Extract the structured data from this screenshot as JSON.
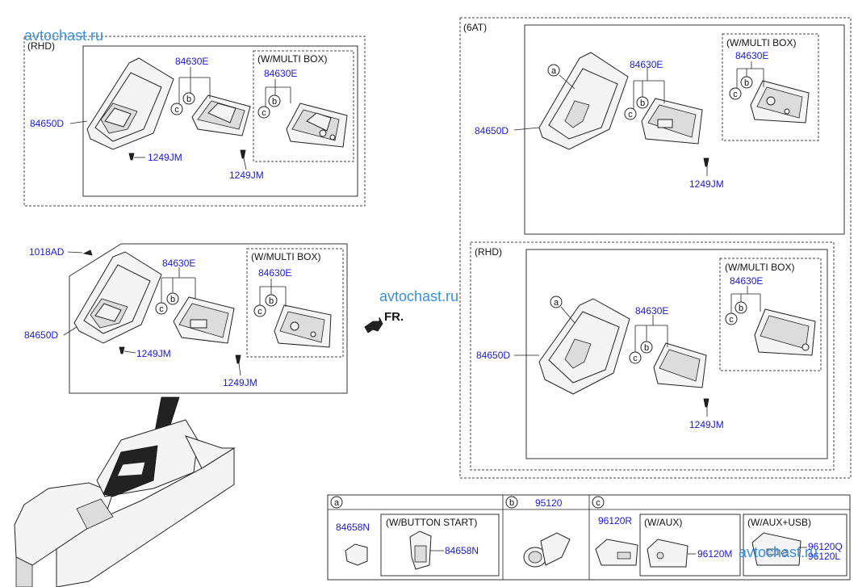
{
  "watermark": "avtochast.ru",
  "front_label": "FR.",
  "panel_rhd_top": {
    "title": "(RHD)",
    "bezel": "84650D",
    "tray": "84630E",
    "screw_a": "1249JM",
    "screw_b": "1249JM",
    "multibox_title": "(W/MULTI BOX)",
    "multibox_part": "84630E",
    "callouts": [
      "b",
      "c",
      "b",
      "c"
    ]
  },
  "panel_mid": {
    "clip": "1018AD",
    "bezel": "84650D",
    "tray": "84630E",
    "screw_a": "1249JM",
    "screw_b": "1249JM",
    "multibox_title": "(W/MULTI BOX)",
    "multibox_part": "84630E",
    "callouts": [
      "b",
      "c",
      "b",
      "c"
    ]
  },
  "panel_6at": {
    "title": "(6AT)",
    "bezel": "84650D",
    "tray": "84630E",
    "screw": "1249JM",
    "multibox_title": "(W/MULTI BOX)",
    "multibox_part": "84630E",
    "callouts": [
      "a",
      "b",
      "c",
      "b",
      "c"
    ]
  },
  "panel_6at_rhd": {
    "title": "(RHD)",
    "bezel": "84650D",
    "tray": "84630E",
    "screw": "1249JM",
    "multibox_title": "(W/MULTI BOX)",
    "multibox_part": "84630E",
    "callouts": [
      "a",
      "b",
      "c",
      "b",
      "c"
    ]
  },
  "legend": {
    "a": {
      "key": "a",
      "part": "84658N",
      "sub_title": "(W/BUTTON START)",
      "sub_part": "84658N"
    },
    "b": {
      "key": "b",
      "part": "95120"
    },
    "c": {
      "key": "c",
      "part": "96120R",
      "aux_title": "(W/AUX)",
      "aux_part": "96120M",
      "usb_title": "(W/AUX+USB)",
      "usb_part_1": "96120Q",
      "usb_part_2": "96120L"
    }
  }
}
